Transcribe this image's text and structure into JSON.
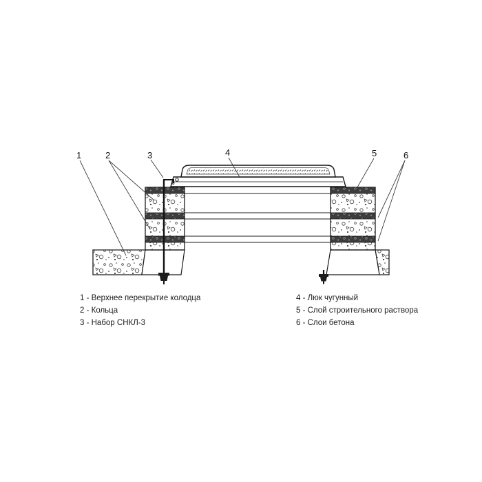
{
  "callouts": [
    "1",
    "2",
    "3",
    "4",
    "5",
    "6"
  ],
  "legend": {
    "left": [
      "1 - Верхнее перекрытие колодца",
      "2 - Кольца",
      "3 - Набор СНКЛ-3"
    ],
    "right": [
      "4 - Люк чугунный",
      "5 - Слой строительного раствора",
      "6 - Слои бетона"
    ]
  }
}
